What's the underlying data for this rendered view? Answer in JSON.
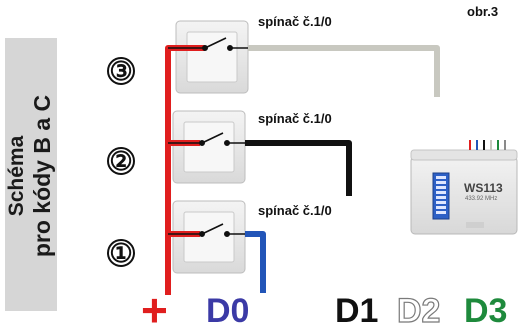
{
  "side_title": {
    "line1": "Schéma",
    "line2": "pro kódy B a C"
  },
  "figure_label": "obr.3",
  "switches": [
    {
      "number": "③",
      "label": "spínač č.1/0",
      "wire_color": "#c8c8c0"
    },
    {
      "number": "②",
      "label": "spínač č.1/0",
      "wire_color": "#111111"
    },
    {
      "number": "①",
      "label": "spínač č.1/0",
      "wire_color": "#2255b8"
    }
  ],
  "device": {
    "model": "WS113",
    "small_text": "433.92 MHz"
  },
  "codes": {
    "plus": "+",
    "d0": "D0",
    "d1": "D1",
    "d2": "D2",
    "d3": "D3"
  },
  "colors": {
    "common_wire": "#e01e1e",
    "d0": "#3b3aa6",
    "d1": "#111111",
    "d2": "#c8c8c0",
    "d3": "#1e8a3c"
  }
}
